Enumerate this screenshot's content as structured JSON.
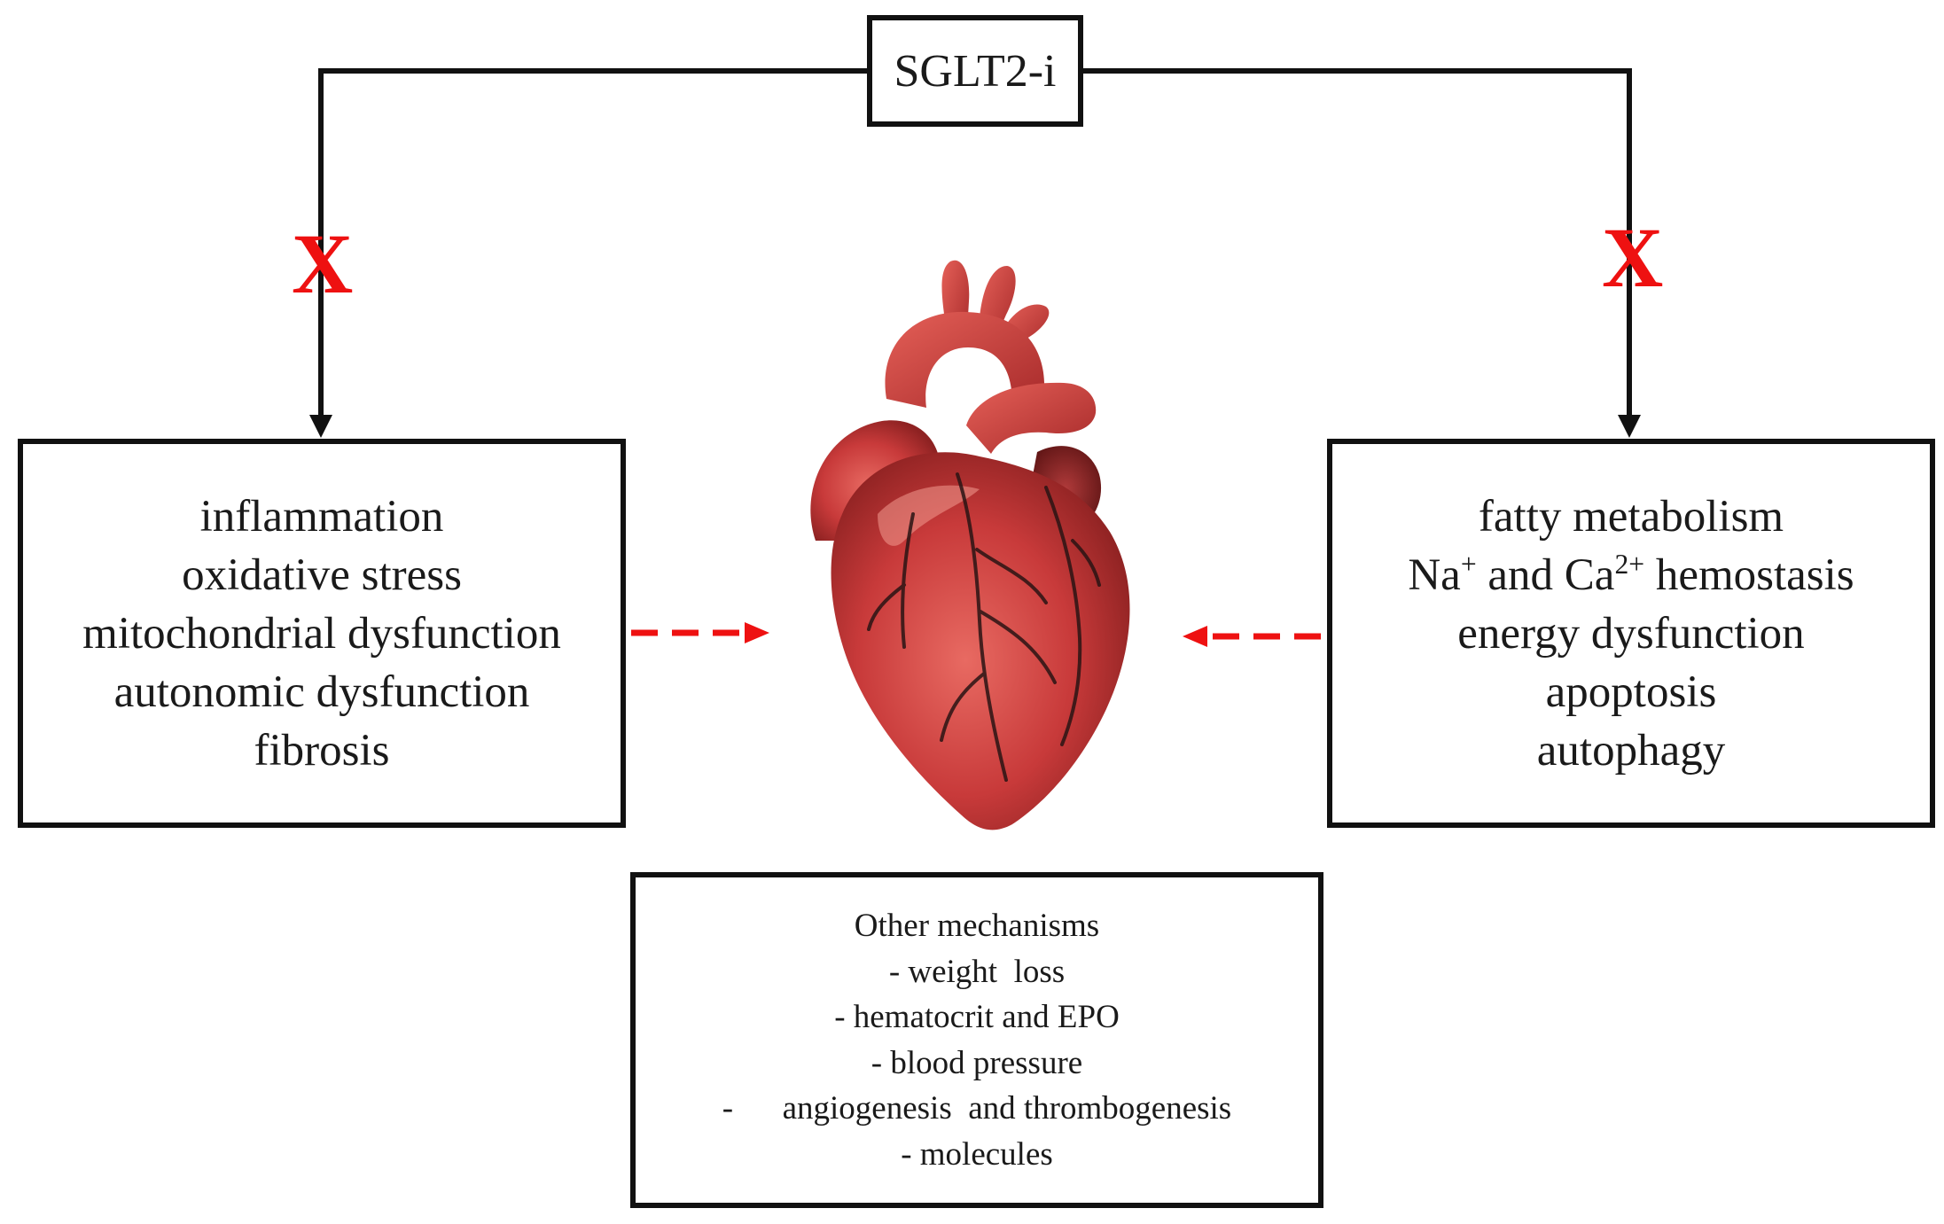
{
  "top_box": {
    "label": "SGLT2-i"
  },
  "left_box": {
    "lines": [
      "inflammation",
      "oxidative stress",
      "mitochondrial dysfunction",
      "autonomic dysfunction",
      "fibrosis"
    ]
  },
  "right_box": {
    "line1": "fatty metabolism",
    "line2": {
      "na": "Na",
      "na_charge": "+",
      "mid": " and Ca",
      "ca_charge": "2+",
      "tail": " hemostasis"
    },
    "line3": "energy dysfunction",
    "line4": "apoptosis",
    "line5": "autophagy"
  },
  "bottom_box": {
    "title": "Other mechanisms",
    "items": [
      "- weight  loss",
      "- hematocrit and EPO",
      "- blood pressure",
      "-      angiogenesis  and thrombogenesis",
      "- molecules"
    ]
  },
  "inhibition_mark": "X",
  "colors": {
    "inhibition": "#ee1111",
    "box_border": "#111111",
    "heart_main": "#c83a3a",
    "vessel": "#2a1414"
  },
  "icons": [
    "heart-illustration"
  ]
}
